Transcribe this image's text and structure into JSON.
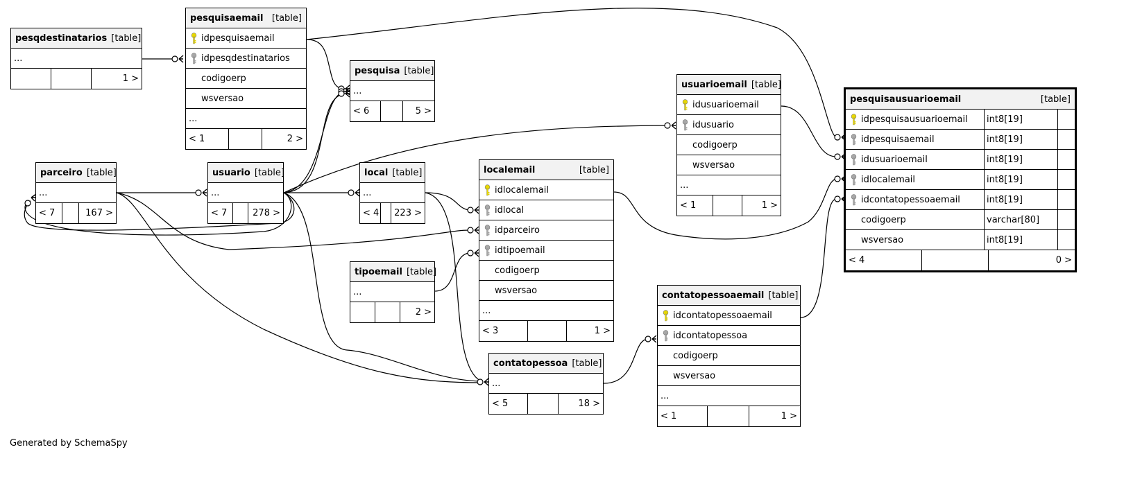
{
  "footer": "Generated by SchemaSpy",
  "colors": {
    "primary_key": "#e8d800",
    "foreign_key": "#a8a8a8",
    "header_bg": "#f2f2f2"
  },
  "tables": [
    {
      "id": "pesqdestinatarios",
      "name": "pesqdestinatarios",
      "tag": "[table]",
      "columns": [],
      "ellipsis": "...",
      "footer": [
        "",
        "",
        "1 >"
      ]
    },
    {
      "id": "pesquisaemail",
      "name": "pesquisaemail",
      "tag": "[table]",
      "columns": [
        {
          "name": "idpesquisaemail",
          "key": "pk"
        },
        {
          "name": "idpesqdestinatarios",
          "key": "fk"
        },
        {
          "name": "codigoerp"
        },
        {
          "name": "wsversao"
        }
      ],
      "ellipsis": "...",
      "footer": [
        "< 1",
        "",
        "2 >"
      ]
    },
    {
      "id": "pesquisa",
      "name": "pesquisa",
      "tag": "[table]",
      "columns": [],
      "ellipsis": "...",
      "footer": [
        "< 6",
        "",
        "5 >"
      ]
    },
    {
      "id": "usuarioemail",
      "name": "usuarioemail",
      "tag": "[table]",
      "columns": [
        {
          "name": "idusuarioemail",
          "key": "pk"
        },
        {
          "name": "idusuario",
          "key": "fk"
        },
        {
          "name": "codigoerp"
        },
        {
          "name": "wsversao"
        }
      ],
      "ellipsis": "...",
      "footer": [
        "< 1",
        "",
        "1 >"
      ]
    },
    {
      "id": "pesquisausuarioemail",
      "name": "pesquisausuarioemail",
      "tag": "[table]",
      "focus": true,
      "columns": [
        {
          "name": "idpesquisausuarioemail",
          "key": "pk",
          "type": "int8[19]"
        },
        {
          "name": "idpesquisaemail",
          "key": "fk",
          "type": "int8[19]"
        },
        {
          "name": "idusuarioemail",
          "key": "fk",
          "type": "int8[19]"
        },
        {
          "name": "idlocalemail",
          "key": "fk",
          "type": "int8[19]"
        },
        {
          "name": "idcontatopessoaemail",
          "key": "fk",
          "type": "int8[19]"
        },
        {
          "name": "codigoerp",
          "type": "varchar[80]"
        },
        {
          "name": "wsversao",
          "type": "int8[19]"
        }
      ],
      "ellipsis": "",
      "footer": [
        "< 4",
        "",
        "0 >"
      ]
    },
    {
      "id": "parceiro",
      "name": "parceiro",
      "tag": "[table]",
      "columns": [],
      "ellipsis": "...",
      "footer": [
        "< 7",
        "",
        "167 >"
      ]
    },
    {
      "id": "usuario",
      "name": "usuario",
      "tag": "[table]",
      "columns": [],
      "ellipsis": "...",
      "footer": [
        "< 7",
        "",
        "278 >"
      ]
    },
    {
      "id": "local",
      "name": "local",
      "tag": "[table]",
      "columns": [],
      "ellipsis": "...",
      "footer": [
        "< 4",
        "",
        "223 >"
      ]
    },
    {
      "id": "localemail",
      "name": "localemail",
      "tag": "[table]",
      "columns": [
        {
          "name": "idlocalemail",
          "key": "pk"
        },
        {
          "name": "idlocal",
          "key": "fk"
        },
        {
          "name": "idparceiro",
          "key": "fk"
        },
        {
          "name": "idtipoemail",
          "key": "fk"
        },
        {
          "name": "codigoerp"
        },
        {
          "name": "wsversao"
        }
      ],
      "ellipsis": "...",
      "footer": [
        "< 3",
        "",
        "1 >"
      ]
    },
    {
      "id": "tipoemail",
      "name": "tipoemail",
      "tag": "[table]",
      "columns": [],
      "ellipsis": "...",
      "footer": [
        "",
        "",
        "2 >"
      ]
    },
    {
      "id": "contatopessoaemail",
      "name": "contatopessoaemail",
      "tag": "[table]",
      "columns": [
        {
          "name": "idcontatopessoaemail",
          "key": "pk"
        },
        {
          "name": "idcontatopessoa",
          "key": "fk"
        },
        {
          "name": "codigoerp"
        },
        {
          "name": "wsversao"
        }
      ],
      "ellipsis": "...",
      "footer": [
        "< 1",
        "",
        "1 >"
      ]
    },
    {
      "id": "contatopessoa",
      "name": "contatopessoa",
      "tag": "[table]",
      "columns": [],
      "ellipsis": "...",
      "footer": [
        "< 5",
        "",
        "18 >"
      ]
    }
  ]
}
